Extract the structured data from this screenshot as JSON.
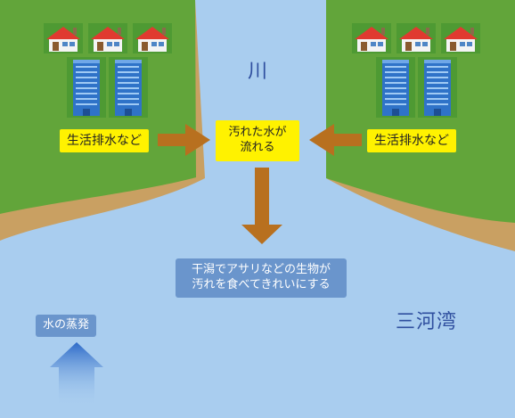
{
  "labels": {
    "river": "川",
    "bay": "三河湾",
    "drain_left": "生活排水など",
    "drain_right": "生活排水など",
    "dirty_line1": "汚れた水が",
    "dirty_line2": "流れる",
    "tidal_line1": "干潟でアサリなどの生物が",
    "tidal_line2": "汚れを食べてきれいにする",
    "evaporation": "水の蒸発"
  },
  "colors": {
    "water": "#a9cdef",
    "land": "#62a53a",
    "beach": "#c9a062",
    "arrow": "#b8701f",
    "label_yellow": "#fff200",
    "label_blue": "#6a95cc",
    "title_text": "#2f4f9f"
  },
  "icons": {
    "house": "house-icon",
    "building": "office-building-icon",
    "arrow": "flow-arrow-icon",
    "evaporation": "evaporation-arrow-icon"
  }
}
